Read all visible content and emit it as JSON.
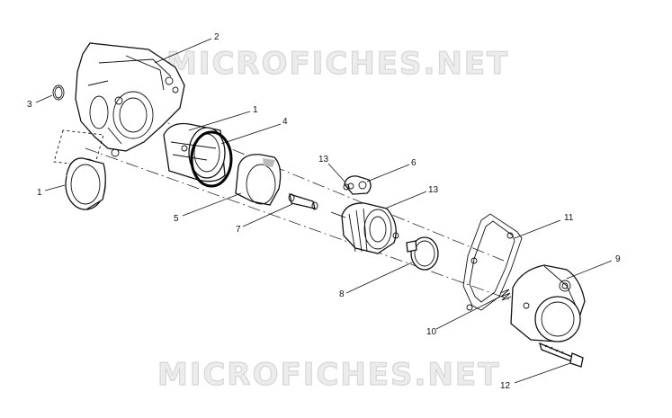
{
  "watermark": {
    "top": "MICROFICHES.NET",
    "bottom": "MICROFICHES.NET"
  },
  "callouts": [
    {
      "id": "callout-2",
      "text": "2"
    },
    {
      "id": "callout-3",
      "text": "3"
    },
    {
      "id": "callout-1a",
      "text": "1"
    },
    {
      "id": "callout-4",
      "text": "4"
    },
    {
      "id": "callout-1b",
      "text": "1"
    },
    {
      "id": "callout-13a",
      "text": "13"
    },
    {
      "id": "callout-6",
      "text": "6"
    },
    {
      "id": "callout-13b",
      "text": "13"
    },
    {
      "id": "callout-5",
      "text": "5"
    },
    {
      "id": "callout-7",
      "text": "7"
    },
    {
      "id": "callout-11",
      "text": "11"
    },
    {
      "id": "callout-9",
      "text": "9"
    },
    {
      "id": "callout-8",
      "text": "8"
    },
    {
      "id": "callout-10",
      "text": "10"
    },
    {
      "id": "callout-12",
      "text": "12"
    }
  ]
}
